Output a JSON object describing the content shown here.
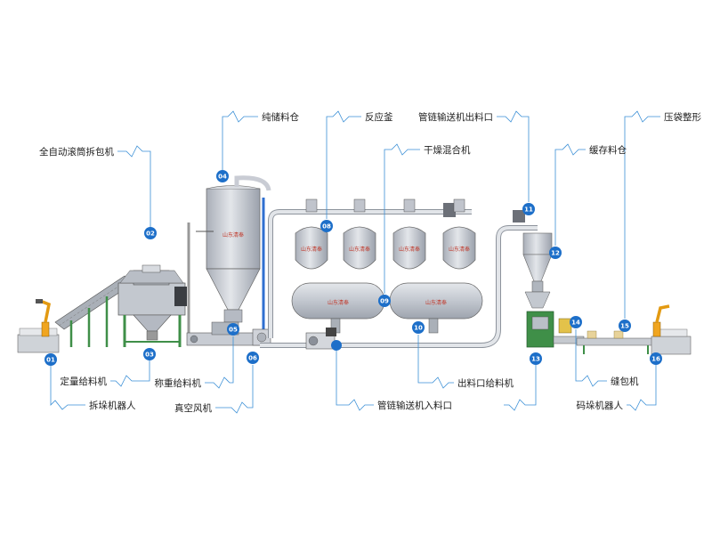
{
  "colors": {
    "leader": "#3a8fd6",
    "badge": "#1d6fc9",
    "tank": "#c9ccd4",
    "tank_dark": "#9aa0ab",
    "frame_green": "#3f8f48",
    "pipe": "#d2d6dc",
    "logo_red": "#c0392b"
  },
  "tank_logo_text": "山东清奉",
  "labels": {
    "l01": {
      "num": "01",
      "text": "拆垛机器人"
    },
    "l02": {
      "num": "02",
      "text": "全自动滚筒拆包机"
    },
    "l03": {
      "num": "03",
      "text": "定量给料机"
    },
    "l04": {
      "num": "04",
      "text": "纯储料仓"
    },
    "l05": {
      "num": "05",
      "text": "称重给料机"
    },
    "l06": {
      "num": "06",
      "text": "真空风机"
    },
    "l08": {
      "num": "08",
      "text": "反应釜"
    },
    "l09": {
      "num": "09",
      "text": "干燥混合机"
    },
    "l10": {
      "num": "10",
      "text": "出料口给料机"
    },
    "l11": {
      "num": "11",
      "text": "管链输送机出料口"
    },
    "l12": {
      "num": "12",
      "text": "缓存料仓"
    },
    "l13": {
      "num": "13",
      "text": "管链输送机入料口"
    },
    "l14": {
      "num": "14",
      "text": "缝包机"
    },
    "l15": {
      "num": "15",
      "text": "压袋整形"
    },
    "l16": {
      "num": "16",
      "text": "码垛机器人"
    }
  }
}
